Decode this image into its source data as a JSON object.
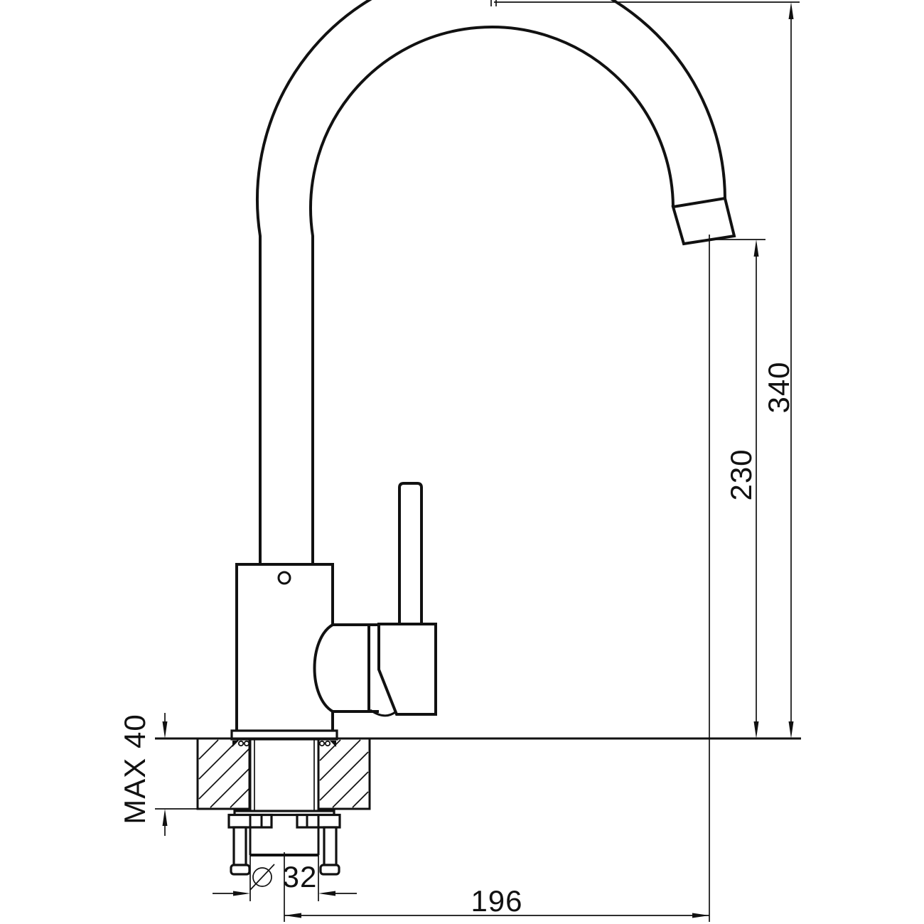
{
  "drawing": {
    "kind": "faucet-installation-diagram",
    "colors": {
      "line": "#111111",
      "background": "#ffffff"
    }
  },
  "dimensions": {
    "overall_height": "340",
    "outlet_height": "230",
    "max_mounting_thickness": "MAX 40",
    "hole_diameter": "32",
    "hole_diameter_symbol": "⌀",
    "spout_reach": "196"
  }
}
